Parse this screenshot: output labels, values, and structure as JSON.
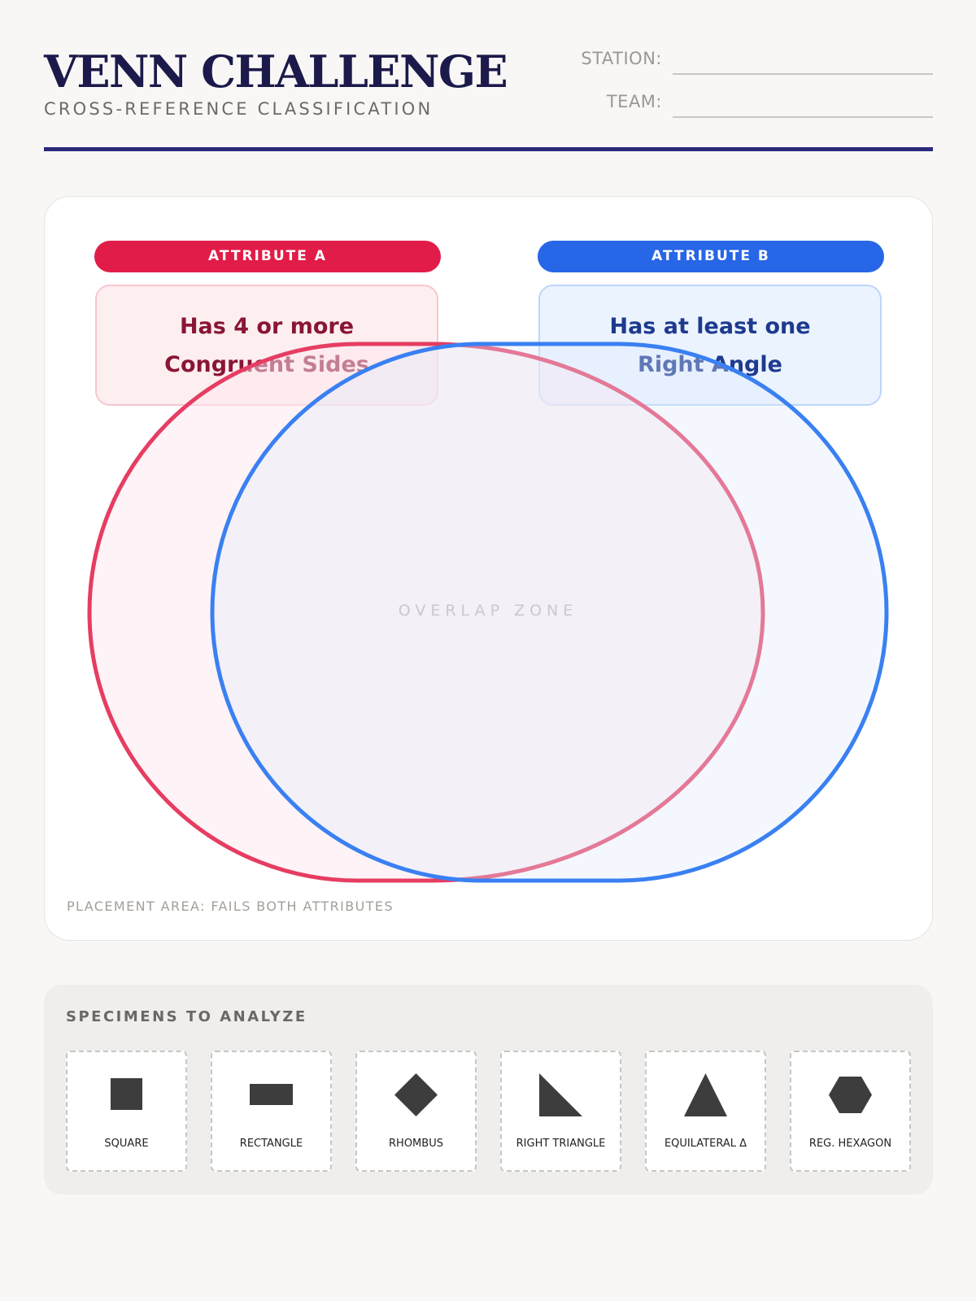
{
  "header": {
    "title": "VENN CHALLENGE",
    "subtitle": "CROSS-REFERENCE CLASSIFICATION",
    "station_label": "STATION:",
    "team_label": "TEAM:",
    "station_value": "",
    "team_value": ""
  },
  "venn": {
    "attribute_a": {
      "tag": "ATTRIBUTE A",
      "line1": "Has 4 or more",
      "line2": "Congruent Sides",
      "color": "#e21c48"
    },
    "attribute_b": {
      "tag": "ATTRIBUTE B",
      "line1": "Has at least one",
      "line2": "Right Angle",
      "color": "#2866e8"
    },
    "overlap_label": "OVERLAP ZONE",
    "outside_label": "PLACEMENT AREA: FAILS BOTH ATTRIBUTES"
  },
  "specimens": {
    "title": "SPECIMENS TO ANALYZE",
    "items": [
      {
        "label": "SQUARE",
        "icon": "square-icon"
      },
      {
        "label": "RECTANGLE",
        "icon": "rectangle-icon"
      },
      {
        "label": "RHOMBUS",
        "icon": "rhombus-icon"
      },
      {
        "label": "RIGHT TRIANGLE",
        "icon": "right-triangle-icon"
      },
      {
        "label": "EQUILATERAL Δ",
        "icon": "equilateral-triangle-icon"
      },
      {
        "label": "REG. HEXAGON",
        "icon": "hexagon-icon"
      }
    ],
    "shape_color": "#3d3d3d"
  }
}
